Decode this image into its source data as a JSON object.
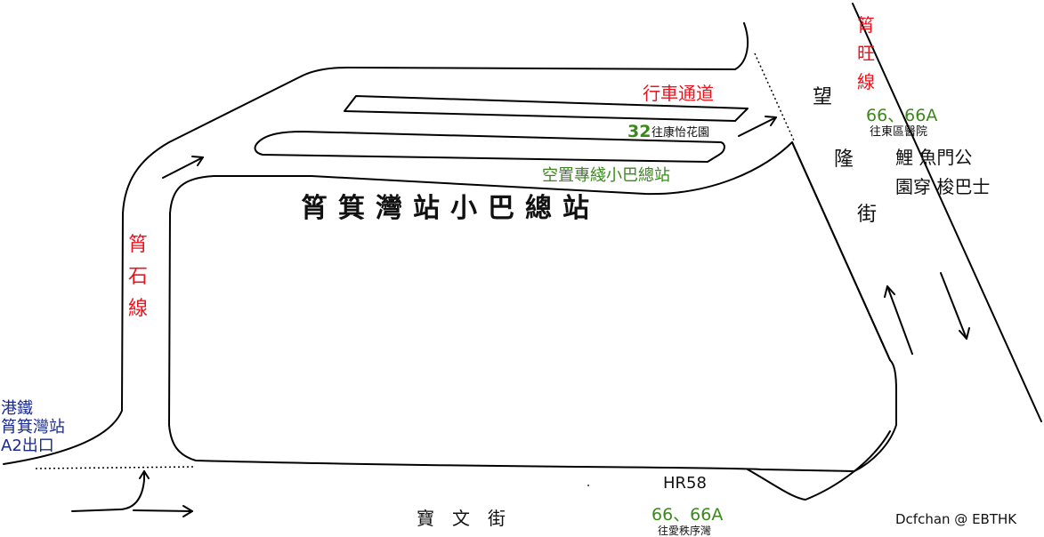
{
  "title": "筲箕灣站小巴總站",
  "roads": {
    "shau_shek": [
      "筲",
      "石",
      "線"
    ],
    "shau_wong": [
      "筲",
      "旺",
      "線"
    ],
    "mong_lung": [
      "望",
      "隆",
      "街"
    ],
    "po_man": "寶　文　街",
    "carriageway": "行車通道",
    "hr58": "HR58"
  },
  "exit": {
    "line1": "港鐵",
    "line2": "筲箕灣站",
    "line3": "A2出口"
  },
  "bays": {
    "route32_number": "32",
    "route32_dest": "往康怡花園",
    "airport_minibus": "空置專綫小巴總站"
  },
  "stops": {
    "east_routes": "66、66A",
    "east_dest": "往東區醫院",
    "south_routes": "66、66A",
    "south_dest": "往愛秩序灣",
    "kts_line1": "鯉 魚門公",
    "kts_line2": "園穿 梭巴士"
  },
  "credit": "Dcfchan @ EBTHK",
  "colors": {
    "road_label": "#e8141e",
    "route_label": "#3a8a1a",
    "exit_label": "#1a2a8c",
    "line": "#000000"
  }
}
